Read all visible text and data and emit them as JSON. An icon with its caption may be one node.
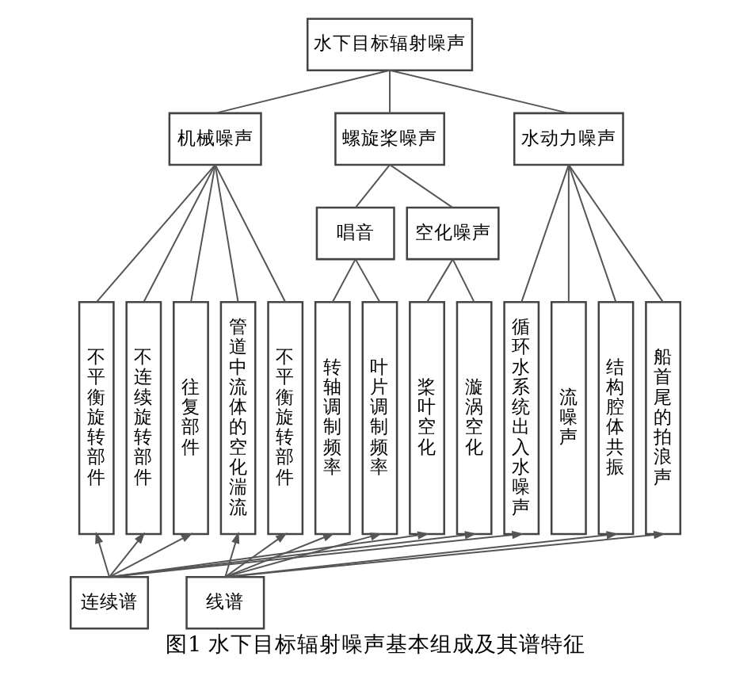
{
  "diagram": {
    "caption": "图1 水下目标辐射噪声基本组成及其谱特征",
    "nodes": [
      {
        "text": [
          "水下目标辐射噪声"
        ]
      },
      {
        "text": [
          "机械噪声"
        ]
      },
      {
        "text": [
          "螺旋桨噪声"
        ]
      },
      {
        "text": [
          "水动力噪声"
        ]
      },
      {
        "text": [
          "不平衡旋转部件"
        ]
      },
      {
        "text": [
          "不连续旋转部件"
        ]
      },
      {
        "text": [
          "往复部件"
        ]
      },
      {
        "text": [
          "管道中流体的空化湍流"
        ]
      },
      {
        "text": [
          "不平衡旋转部件"
        ]
      },
      {
        "text": [
          "唱音"
        ]
      },
      {
        "text": [
          "空化噪声"
        ]
      },
      {
        "text": [
          "转轴调制频率"
        ]
      },
      {
        "text": [
          "叶片调制频率"
        ]
      },
      {
        "text": [
          "桨叶空化"
        ]
      },
      {
        "text": [
          "漩涡空化"
        ]
      },
      {
        "text": [
          "循环水系统出入水噪声"
        ]
      },
      {
        "text": [
          "流噪声"
        ]
      },
      {
        "text": [
          "结构腔体共振"
        ]
      },
      {
        "text": [
          "船首尾的拍浪声"
        ]
      },
      {
        "text": [
          "连续谱"
        ]
      },
      {
        "text": [
          "线谱"
        ]
      }
    ],
    "edges": [
      {
        "from": 0,
        "to": 1,
        "arrow": "none"
      },
      {
        "from": 0,
        "to": 2,
        "arrow": "none"
      },
      {
        "from": 0,
        "to": 3,
        "arrow": "none"
      },
      {
        "from": 1,
        "to": 4,
        "arrow": "none"
      },
      {
        "from": 1,
        "to": 5,
        "arrow": "none"
      },
      {
        "from": 1,
        "to": 6,
        "arrow": "none"
      },
      {
        "from": 1,
        "to": 7,
        "arrow": "none"
      },
      {
        "from": 1,
        "to": 8,
        "arrow": "none"
      },
      {
        "from": 2,
        "to": 9,
        "arrow": "none"
      },
      {
        "from": 2,
        "to": 10,
        "arrow": "none"
      },
      {
        "from": 9,
        "to": 11,
        "arrow": "none"
      },
      {
        "from": 9,
        "to": 12,
        "arrow": "none"
      },
      {
        "from": 10,
        "to": 13,
        "arrow": "none"
      },
      {
        "from": 10,
        "to": 14,
        "arrow": "none"
      },
      {
        "from": 3,
        "to": 15,
        "arrow": "none"
      },
      {
        "from": 3,
        "to": 16,
        "arrow": "none"
      },
      {
        "from": 3,
        "to": 17,
        "arrow": "none"
      },
      {
        "from": 3,
        "to": 18,
        "arrow": "none"
      },
      {
        "from": 19,
        "to": 4,
        "arrow": "to"
      },
      {
        "from": 19,
        "to": 5,
        "arrow": "to"
      },
      {
        "from": 19,
        "to": 6,
        "arrow": "to"
      },
      {
        "from": 19,
        "to": 13,
        "arrow": "to"
      },
      {
        "from": 19,
        "to": 14,
        "arrow": "to"
      },
      {
        "from": 19,
        "to": 15,
        "arrow": "to"
      },
      {
        "from": 20,
        "to": 7,
        "arrow": "to"
      },
      {
        "from": 20,
        "to": 8,
        "arrow": "to"
      },
      {
        "from": 20,
        "to": 11,
        "arrow": "to"
      },
      {
        "from": 20,
        "to": 12,
        "arrow": "to"
      },
      {
        "from": 20,
        "to": 17,
        "arrow": "to"
      },
      {
        "from": 20,
        "to": 18,
        "arrow": "to"
      }
    ]
  }
}
